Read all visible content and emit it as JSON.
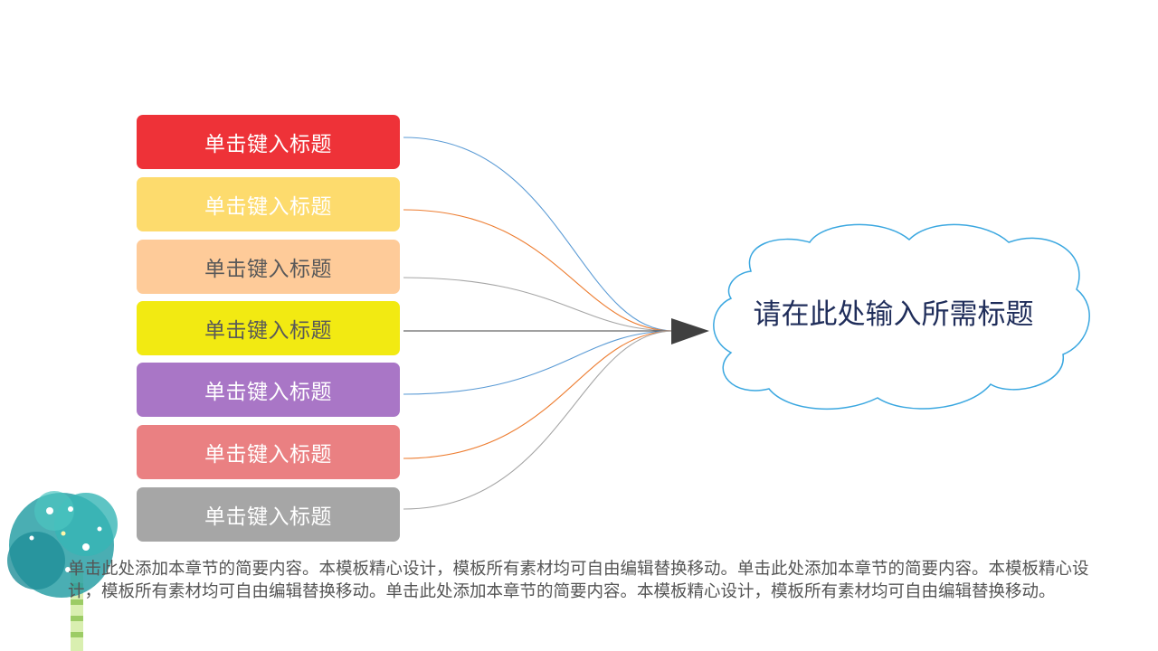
{
  "boxes": [
    {
      "label": "单击键入标题",
      "color": "#ee3238",
      "text_color": "#ffffff"
    },
    {
      "label": "单击键入标题",
      "color": "#fddb6d",
      "text_color": "#ffffff"
    },
    {
      "label": "单击键入标题",
      "color": "#fecb99",
      "text_color": "#595959"
    },
    {
      "label": "单击键入标题",
      "color": "#f2ea12",
      "text_color": "#595959"
    },
    {
      "label": "单击键入标题",
      "color": "#a976c6",
      "text_color": "#ffffff"
    },
    {
      "label": "单击键入标题",
      "color": "#ea8082",
      "text_color": "#ffffff"
    },
    {
      "label": "单击键入标题",
      "color": "#a6a6a6",
      "text_color": "#ffffff"
    }
  ],
  "connector_colors": [
    "#5b9bd5",
    "#ed7d31",
    "#a5a5a5",
    "#404040",
    "#5b9bd5",
    "#ed7d31",
    "#a5a5a5"
  ],
  "cloud": {
    "title": "请在此处输入所需标题",
    "stroke": "#3aa7e0"
  },
  "body_text": "单击此处添加本章节的简要内容。本模板精心设计，模板所有素材均可自由编辑替换移动。单击此处添加本章节的简要内容。本模板精心设计，模板所有素材均可自由编辑替换移动。单击此处添加本章节的简要内容。本模板精心设计，模板所有素材均可自由编辑替换移动。"
}
